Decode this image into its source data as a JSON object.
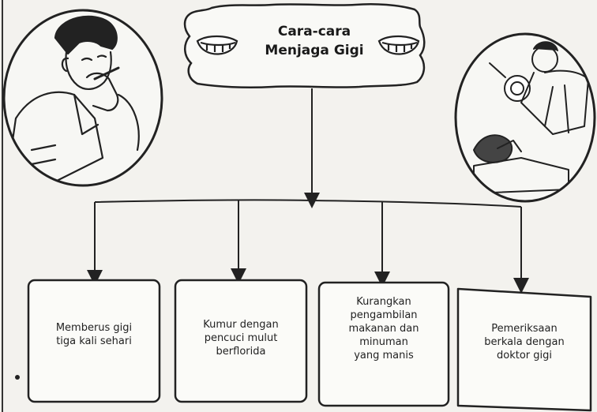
{
  "title": [
    "Cara-cara",
    "Menjaga Gigi"
  ],
  "boxes": [
    {
      "lines": [
        "Memberus gigi",
        "tiga kali sehari"
      ]
    },
    {
      "lines": [
        "Kumur dengan",
        "pencuci mulut",
        "berflorida"
      ]
    },
    {
      "lines": [
        "Kurangkan",
        "pengambilan",
        "makanan dan",
        "minuman",
        "yang manis"
      ]
    },
    {
      "lines": [
        "Pemeriksaan",
        "berkala dengan",
        "doktor gigi"
      ]
    }
  ],
  "images": [
    {
      "icon": "boy-brushing-teeth-illustration"
    },
    {
      "icon": "dentist-examining-patient-illustration"
    }
  ]
}
